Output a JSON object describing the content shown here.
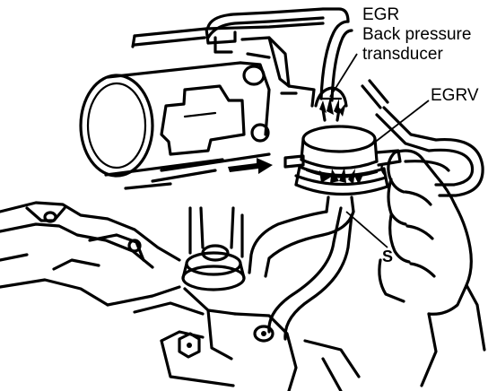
{
  "labels": {
    "egr_line1": "EGR",
    "egr_line2": "Back pressure",
    "egr_line3": "transducer",
    "egrv": "EGRV",
    "s": "S"
  },
  "colors": {
    "ink": "#000000",
    "paper": "#ffffff"
  }
}
